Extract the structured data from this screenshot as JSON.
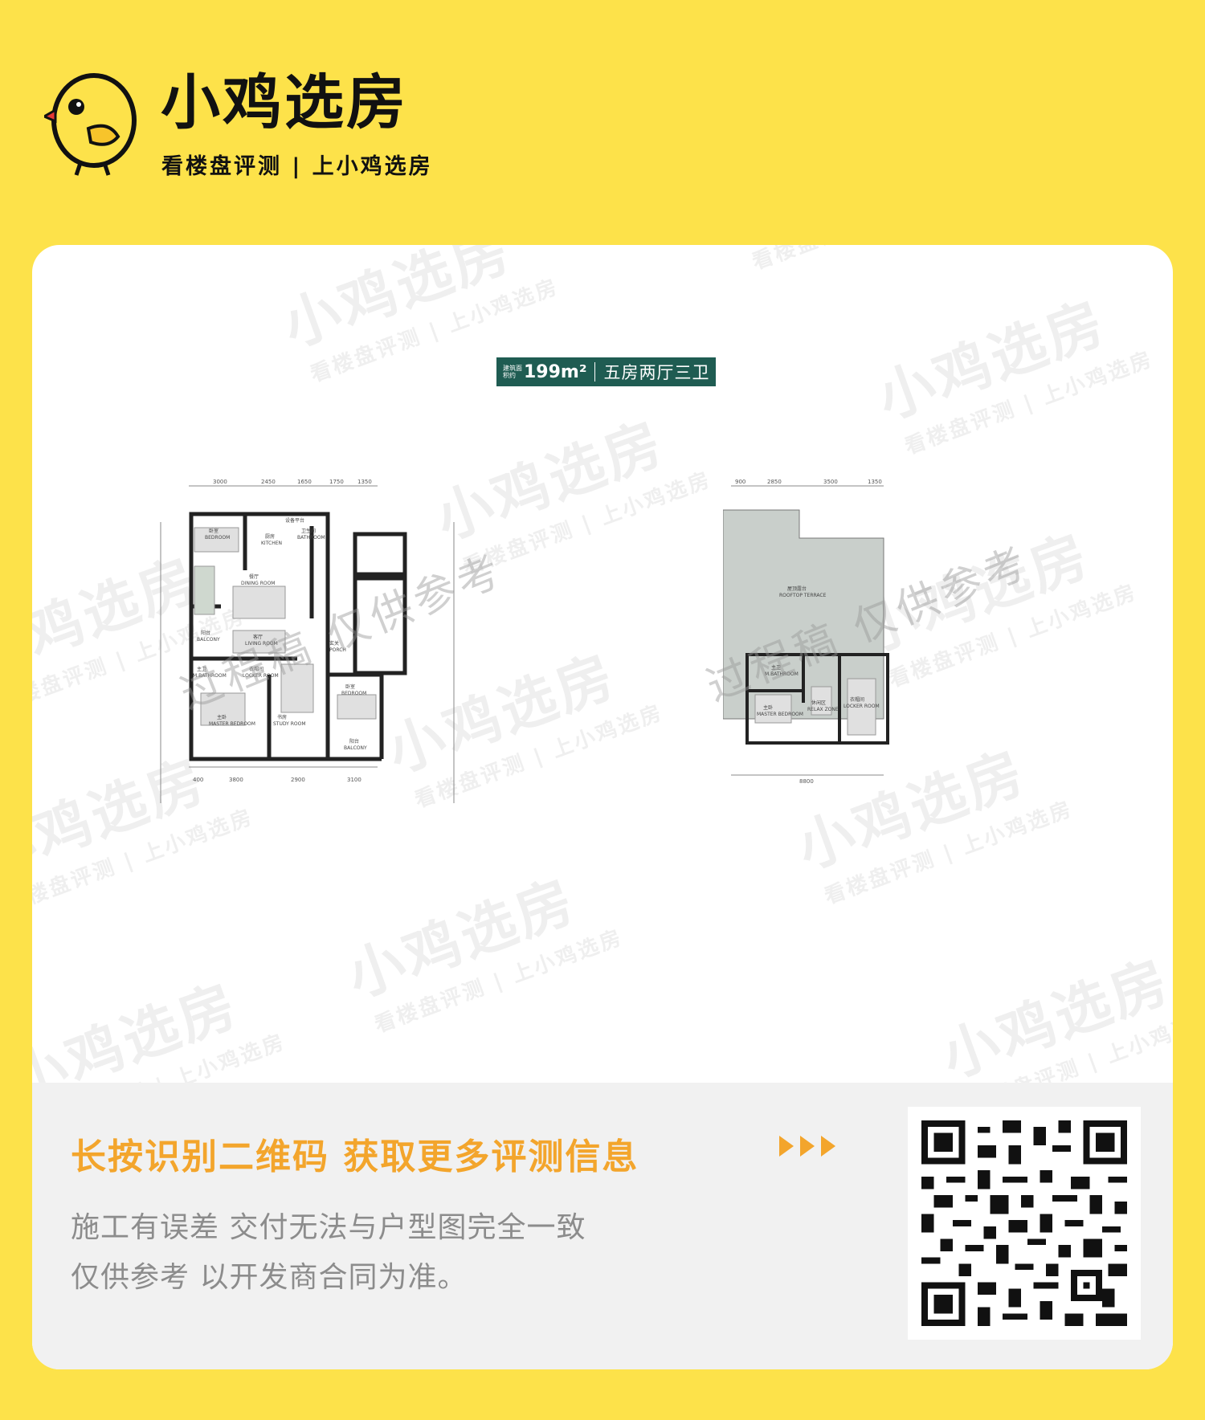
{
  "header": {
    "brand": "小鸡选房",
    "tagline": "看楼盘评测 | 上小鸡选房"
  },
  "watermark": {
    "brand": "小鸡选房",
    "tagline": "看楼盘评测 | 上小鸡选房"
  },
  "badge": {
    "area_caption": "建筑面积约",
    "area": "199m²",
    "layout": "五房两厅三卫"
  },
  "floor_plan_lower": {
    "dims_top": [
      "3000",
      "2450",
      "1650",
      "1750",
      "1350"
    ],
    "dims_bottom": [
      "400",
      "3800",
      "2900",
      "3100"
    ],
    "rooms": [
      {
        "cn": "卧室",
        "en": "BEDROOM"
      },
      {
        "cn": "厨房",
        "en": "KITCHEN"
      },
      {
        "cn": "卫生间",
        "en": "BATHROOM"
      },
      {
        "cn": "设备平台",
        "en": ""
      },
      {
        "cn": "餐厅",
        "en": "DINING ROOM"
      },
      {
        "cn": "阳台",
        "en": "BALCONY"
      },
      {
        "cn": "客厅",
        "en": "LIVING ROOM"
      },
      {
        "cn": "玄关",
        "en": "PORCH"
      },
      {
        "cn": "主卫",
        "en": "M.BATHROOM"
      },
      {
        "cn": "衣帽间",
        "en": "LOCKER ROOM"
      },
      {
        "cn": "主卧",
        "en": "MASTER BEDROOM"
      },
      {
        "cn": "书房",
        "en": "STUDY ROOM"
      },
      {
        "cn": "卧室",
        "en": "BEDROOM"
      },
      {
        "cn": "阳台",
        "en": "BALCONY"
      }
    ]
  },
  "floor_plan_upper": {
    "dims_top": [
      "900",
      "2850",
      "3500",
      "1350"
    ],
    "dims_bottom": [
      "8800"
    ],
    "rooms": [
      {
        "cn": "屋顶露台",
        "en": "ROOFTOP TERRACE"
      },
      {
        "cn": "主卫",
        "en": "M.BATHROOM"
      },
      {
        "cn": "主卧",
        "en": "MASTER BEDROOM"
      },
      {
        "cn": "休闲区",
        "en": "RELAX ZONE"
      },
      {
        "cn": "衣帽间",
        "en": "LOCKER ROOM"
      }
    ]
  },
  "overlay_note": "过程稿 仅供参考",
  "footer": {
    "cta": "长按识别二维码 获取更多评测信息",
    "disclaimer_line1": "施工有误差 交付无法与户型图完全一致",
    "disclaimer_line2": "仅供参考 以开发商合同为准。"
  },
  "colors": {
    "background": "#fde24a",
    "accent": "#f3a52c",
    "badge": "#1f5c52"
  }
}
